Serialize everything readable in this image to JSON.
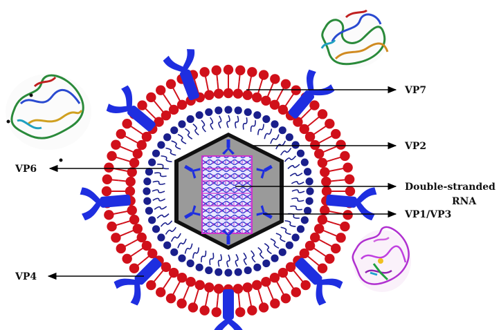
{
  "labels": {
    "vp7": "VP7",
    "vp2": "VP2",
    "vp6": "VP6",
    "dsrna_line1": "Double-stranded",
    "dsrna_line2": "RNA",
    "vp1vp3": "VP1/VP3",
    "vp4": "VP4"
  },
  "colors": {
    "outer_layer": "#d0101a",
    "inner_layer": "#1a1f8c",
    "spike": "#1e2ee0",
    "core_fill": "#9a9a9a",
    "core_stroke": "#111111",
    "rna_magenta": "#cc33cc",
    "arrow": "#000000"
  },
  "icons": {
    "protein_vp7": "protein-structure-icon",
    "protein_vp6": "protein-structure-icon",
    "protein_vp1": "protein-structure-icon"
  }
}
